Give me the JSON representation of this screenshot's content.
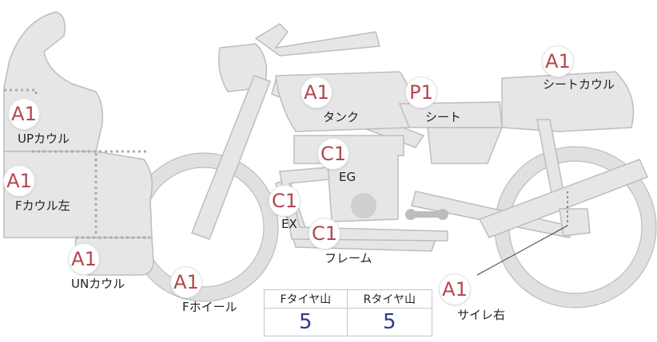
{
  "parts": [
    {
      "id": "upcowl",
      "grade": "A1",
      "label": "UPカウル"
    },
    {
      "id": "fcowl_left",
      "grade": "A1",
      "label": "Fカウル左"
    },
    {
      "id": "uncowl",
      "grade": "A1",
      "label": "UNカウル"
    },
    {
      "id": "fwheel",
      "grade": "A1",
      "label": "Fホイール"
    },
    {
      "id": "tank",
      "grade": "A1",
      "label": "タンク"
    },
    {
      "id": "seat",
      "grade": "P1",
      "label": "シート"
    },
    {
      "id": "seatcowl",
      "grade": "A1",
      "label": "シートカウル"
    },
    {
      "id": "eg",
      "grade": "C1",
      "label": "EG"
    },
    {
      "id": "ex",
      "grade": "C1",
      "label": "EX"
    },
    {
      "id": "frame",
      "grade": "C1",
      "label": "フレーム"
    },
    {
      "id": "muffler_right",
      "grade": "A1",
      "label": "サイレ右"
    }
  ],
  "tire_table": {
    "headers": [
      "Fタイヤ山",
      "Rタイヤ山"
    ],
    "values": [
      "5",
      "5"
    ]
  },
  "colors": {
    "grade_text": "#b2474d",
    "tire_value": "#2f3a8c",
    "part_fill": "#e6e6e6",
    "part_stroke": "#bdbdbd"
  }
}
